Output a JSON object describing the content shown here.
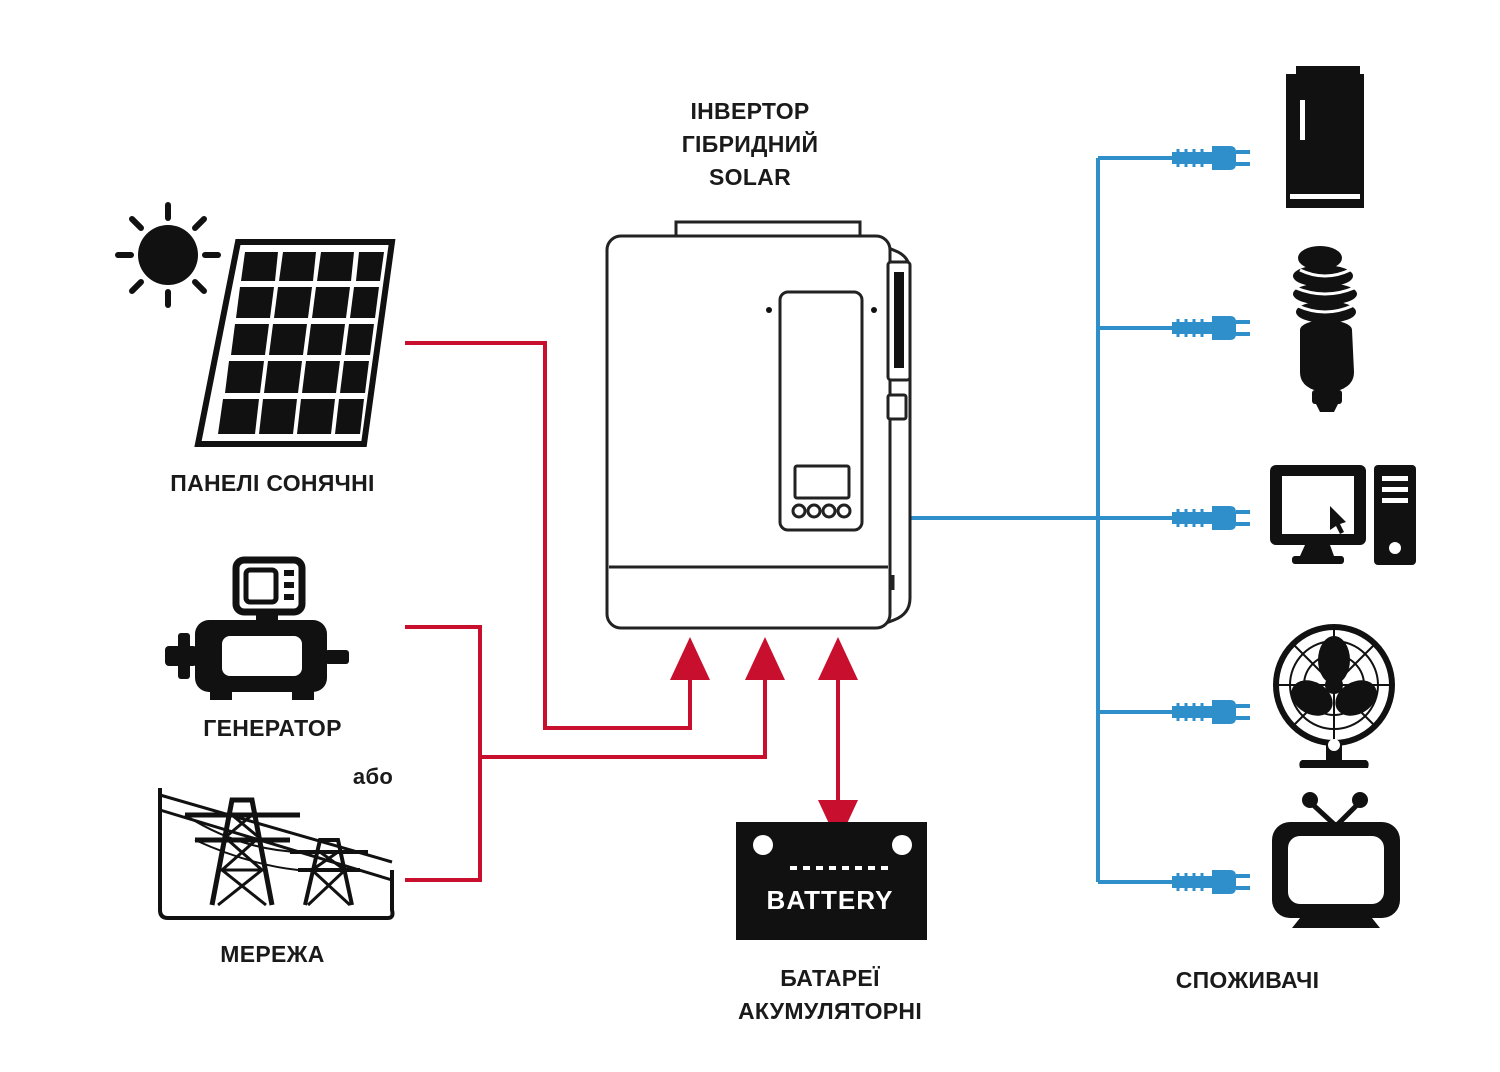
{
  "colors": {
    "input_line": "#c8102e",
    "output_line": "#2e8fca",
    "ink": "#111111",
    "background": "#ffffff"
  },
  "labels": {
    "inverter": [
      "ІНВЕРТОР",
      "ГІБРИДНИЙ",
      "SOLAR"
    ],
    "solar_panels": "ПАНЕЛІ СОНЯЧНІ",
    "generator": "ГЕНЕРАТОР",
    "or": "або",
    "grid": "МЕРЕЖА",
    "batteries": [
      "БАТАРЕЇ",
      "АКУМУЛЯТОРНІ"
    ],
    "battery_text": "BATTERY",
    "consumers": "СПОЖИВАЧІ"
  },
  "icons": {
    "sun": "sun-icon",
    "solar_panel": "solar-panel-icon",
    "generator": "generator-icon",
    "power_grid": "power-grid-icon",
    "inverter": "hybrid-inverter-icon",
    "battery": "battery-icon",
    "loads": [
      "refrigerator-icon",
      "lamp-icon",
      "computer-icon",
      "fan-icon",
      "tv-icon"
    ],
    "plug": "plug-icon"
  }
}
